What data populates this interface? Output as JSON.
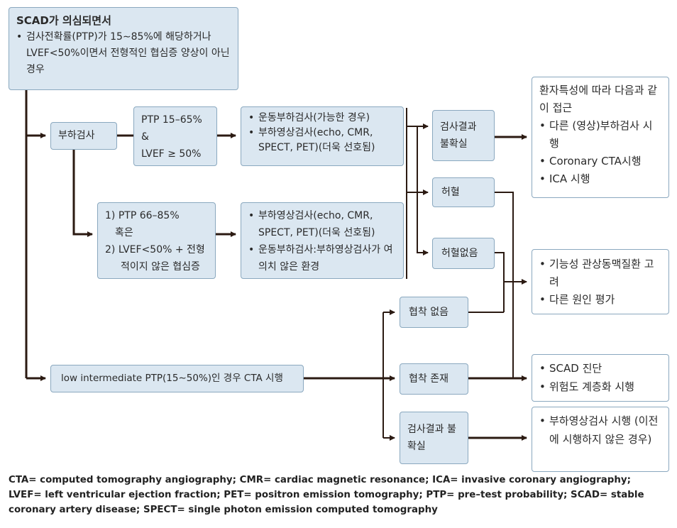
{
  "top": {
    "title": "SCAD가 의심되면서",
    "items": [
      "검사전확률(PTP)가 15∼85%에 해당하거나 LVEF<50%이면서 전형적인 협심증 양상이 아닌 경우"
    ]
  },
  "load_test": "부하검사",
  "ptp1": {
    "line1": "PTP 15–65%",
    "line2": "&",
    "line3": "LVEF ≥ 50%"
  },
  "tests1": [
    "운동부하검사(가능한 경우)",
    "부하영상검사(echo, CMR, SPECT, PET)(더욱 선호됨)"
  ],
  "ptp2": {
    "line1": "1) PTP 66–85%",
    "line2": "혹은",
    "line3": "2) LVEF<50% + 전형",
    "line4": "적이지 않은 협심증"
  },
  "tests2": [
    "부하영상검사(echo, CMR, SPECT, PET)(더욱 선호됨)",
    "운동부하검사:부하영상검사가 여의치 않은 환경"
  ],
  "result_unclear": "검사결과 불확실",
  "ischemia": "허혈",
  "no_ischemia": "허혈없음",
  "patient_box": {
    "intro": "환자특성에 따라 다음과 같이 접근",
    "items": [
      "다른 (영상)부하검사 시행",
      "Coronary CTA시행",
      "ICA 시행"
    ]
  },
  "functional_box": {
    "items": [
      "기능성 관상동맥질환 고려",
      "다른 원인 평가"
    ]
  },
  "cta": "low intermediate PTP(15∼50%)인 경우 CTA 시행",
  "no_stenosis": "협착 없음",
  "stenosis": "협착 존재",
  "result_unclear2": "검사결과 불확실",
  "scad_box": {
    "items": [
      "SCAD 진단",
      "위험도 계층화 시행"
    ]
  },
  "stress_box": {
    "items": [
      "부하영상검사 시행 (이전에 시행하지 않은 경우)"
    ]
  },
  "footer": [
    "CTA= computed tomography angiography; CMR= cardiac magnetic resonance; ICA= invasive coronary angiography;",
    "LVEF= left ventricular ejection fraction; PET= positron emission tomography; PTP= pre–test probability; SCAD= stable coronary artery disease; SPECT= single photon emission computed tomography"
  ],
  "colors": {
    "box_fill": "#dbe7f1",
    "box_border": "#8aa8bf",
    "line": "#2b1a12"
  }
}
